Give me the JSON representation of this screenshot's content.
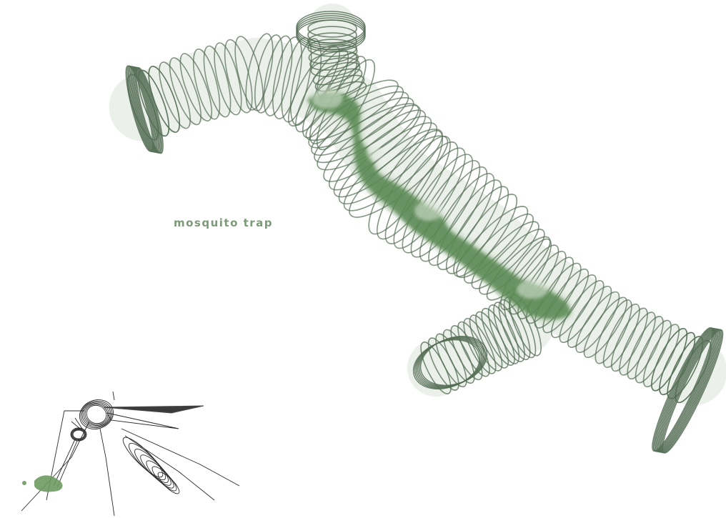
{
  "caption": {
    "text": "mosquito trap"
  },
  "colors": {
    "background": "#ffffff",
    "coil_stroke": "#566f56",
    "tube_fill": "#e8eee6",
    "chamber_fill": "#5c8a55",
    "caption": "#7d9a78",
    "mosquito_stroke": "#2a2a2a",
    "blood_drop": "#6e9a62"
  },
  "illustration": {
    "subject": "coiled-tube-trap",
    "insect": "mosquito-wireframe"
  }
}
